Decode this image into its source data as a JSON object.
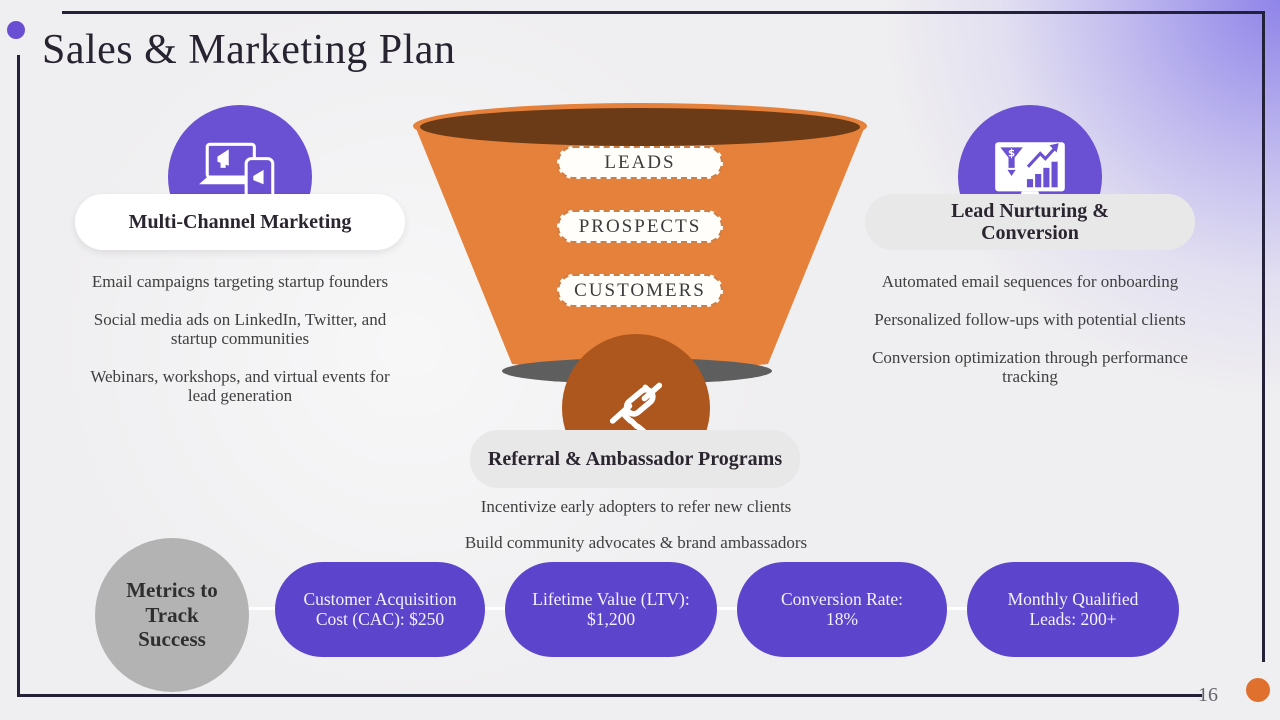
{
  "slide": {
    "title": "Sales & Marketing Plan",
    "page_number": "16"
  },
  "left_section": {
    "icon": "devices-megaphone-icon",
    "title": "Multi-Channel Marketing",
    "items": [
      "Email campaigns targeting startup founders",
      "Social media ads on LinkedIn, Twitter, and startup communities",
      "Webinars, workshops, and virtual events for lead generation"
    ]
  },
  "funnel": {
    "stages": [
      "LEADS",
      "PROSPECTS",
      "CUSTOMERS"
    ],
    "icon": "handshake-icon"
  },
  "right_section": {
    "icon": "conversion-growth-chart-icon",
    "title": "Lead Nurturing & Conversion",
    "items": [
      "Automated email sequences for onboarding",
      "Personalized follow-ups with potential clients",
      "Conversion optimization through performance tracking"
    ]
  },
  "referral_section": {
    "title": "Referral & Ambassador Programs",
    "items": [
      "Incentivize early adopters to refer new clients",
      "Build community advocates & brand ambassadors"
    ]
  },
  "metrics_section": {
    "title": "Metrics to Track Success",
    "pills": [
      "Customer Acquisition Cost (CAC): $250",
      "Lifetime Value (LTV): $1,200",
      "Conversion Rate: 18%",
      "Monthly Qualified Leads: 200+"
    ]
  },
  "colors": {
    "accent_purple": "#6a50d2",
    "metric_pill_purple": "#5d44cc",
    "funnel_orange": "#e5813a",
    "funnel_inner_brown": "#6b3a16",
    "handshake_orange": "#ad561e",
    "orange_dot": "#e0702d",
    "frame_line": "#23213a"
  }
}
